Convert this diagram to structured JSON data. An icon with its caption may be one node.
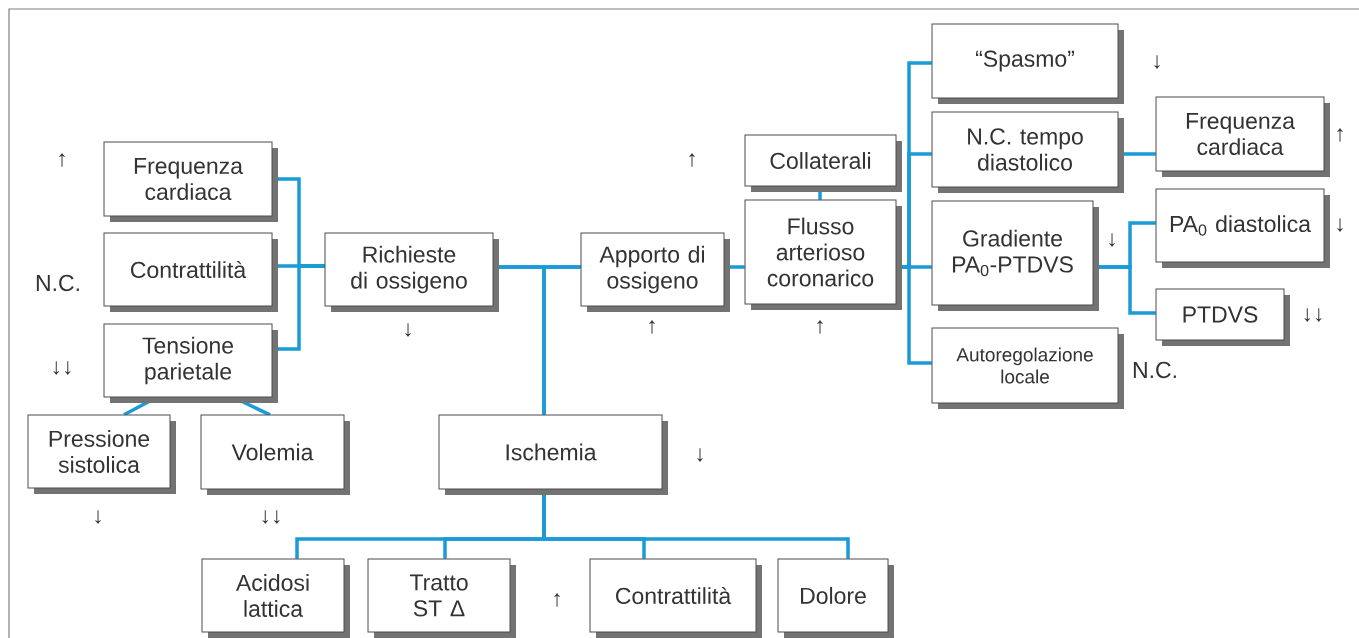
{
  "diagram": {
    "nodes": [
      {
        "text": [
          "Frequenza cardiaca"
        ],
        "beside": [
          "↑"
        ]
      },
      {
        "text": [
          "Contrattilità"
        ],
        "beside": [
          "N.C."
        ]
      },
      {
        "text": [
          "Tensione parietale"
        ],
        "beside": [
          "↓↓"
        ]
      },
      {
        "text": [
          "Pressione sistolica"
        ],
        "beside": [
          "↓"
        ]
      },
      {
        "text": [
          "Volemia"
        ],
        "beside": [
          "↓↓"
        ]
      },
      {
        "text": [
          "Richieste di ossigeno"
        ],
        "beside": [
          "↓"
        ]
      },
      {
        "text": [
          "Ischemia"
        ],
        "beside": [
          "↓"
        ]
      },
      {
        "text": [
          "Apporto di ossigeno"
        ],
        "beside": [
          "↑"
        ]
      },
      {
        "text": [
          "Collaterali"
        ],
        "beside": [
          "↑"
        ]
      },
      {
        "text": [
          "Flusso arterioso coronarico"
        ],
        "beside": [
          "↑"
        ]
      },
      {
        "text": [
          "“Spasmo”"
        ],
        "beside": [
          "↓"
        ]
      },
      {
        "text": [
          "N.C. tempo diastolico"
        ]
      },
      {
        "text": [
          "Gradiente PA$_{0}$-PTDVS"
        ],
        "beside": [
          "↓"
        ]
      },
      {
        "text": [
          "Autoregolazione locale"
        ],
        "beside": [
          "N.C."
        ]
      },
      {
        "text": [
          "Frequenza cardiaca"
        ],
        "beside": [
          "↑"
        ]
      },
      {
        "text": [
          "PA$_{0}$ diastolica"
        ],
        "beside": [
          "↓"
        ]
      },
      {
        "text": [
          "PTDVS"
        ],
        "beside": [
          "↓↓"
        ]
      },
      {
        "text": [
          "Acidosi lattica"
        ]
      },
      {
        "text": [
          "Tratto ST Δ"
        ]
      },
      {
        "text": [
          "Contrattilità"
        ],
        "beside": [
          "↑"
        ]
      },
      {
        "text": [
          "Dolore"
        ]
      }
    ],
    "edges": [
      {
        "from": 0,
        "to": 5,
        "arrow": "none"
      },
      {
        "from": 1,
        "to": 5,
        "arrow": "none"
      },
      {
        "from": 2,
        "to": 5,
        "arrow": "none"
      },
      {
        "from": 2,
        "to": 3,
        "arrow": "none"
      },
      {
        "from": 2,
        "to": 4,
        "arrow": "none"
      },
      {
        "from": 5,
        "to": 7,
        "arrow": "none"
      },
      {
        "from": 5,
        "to": 6,
        "arrow": "none"
      },
      {
        "from": 7,
        "to": 6,
        "arrow": "none"
      },
      {
        "from": 7,
        "to": 9,
        "arrow": "none"
      },
      {
        "from": 8,
        "to": 9,
        "arrow": "none"
      },
      {
        "from": 9,
        "to": 10,
        "arrow": "none"
      },
      {
        "from": 9,
        "to": 11,
        "arrow": "none"
      },
      {
        "from": 9,
        "to": 12,
        "arrow": "none"
      },
      {
        "from": 9,
        "to": 13,
        "arrow": "none"
      },
      {
        "from": 11,
        "to": 14,
        "arrow": "none"
      },
      {
        "from": 12,
        "to": 15,
        "arrow": "none"
      },
      {
        "from": 12,
        "to": 16,
        "arrow": "none"
      },
      {
        "from": 6,
        "to": 17,
        "arrow": "none"
      },
      {
        "from": 6,
        "to": 18,
        "arrow": "none"
      },
      {
        "from": 6,
        "to": 19,
        "arrow": "none"
      },
      {
        "from": 6,
        "to": 20,
        "arrow": "none"
      }
    ]
  }
}
